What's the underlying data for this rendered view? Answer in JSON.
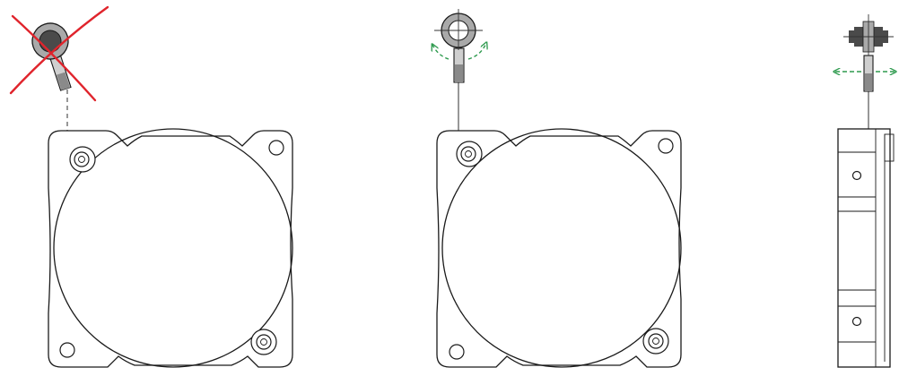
{
  "colors": {
    "line": "#1a1a1a",
    "reject_cross": "#e0242c",
    "rotation_arrow": "#2e9a4e",
    "screw_gray": "#a9a9a9",
    "screw_dark": "#4a4a4a",
    "shaft_gray": "#8a8a8a",
    "crosshair": "#333333"
  },
  "views": [
    {
      "id": "incorrect-mounting",
      "indicator": "red-x-cross",
      "tool_orientation": "tilted"
    },
    {
      "id": "correct-mounting",
      "indicator": "green-rotation-arrows",
      "tool_orientation": "vertical"
    },
    {
      "id": "side-view",
      "indicator": "green-horizontal-arrows",
      "tool_orientation": "vertical"
    }
  ]
}
